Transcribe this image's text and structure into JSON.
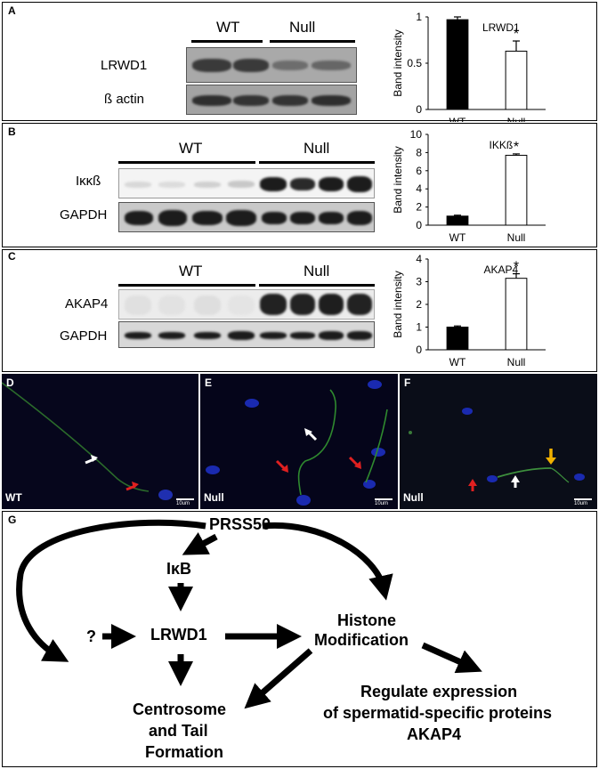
{
  "panelA": {
    "label": "A",
    "groups": [
      "WT",
      "Null"
    ],
    "rows": [
      "LRWD1",
      "ß actin"
    ],
    "chart_title": "LRWD1"
  },
  "panelB": {
    "label": "B",
    "groups": [
      "WT",
      "Null"
    ],
    "rows": [
      "Iκκß",
      "GAPDH"
    ],
    "chart_title": "IKKß"
  },
  "panelC": {
    "label": "C",
    "groups": [
      "WT",
      "Null"
    ],
    "rows": [
      "AKAP4",
      "GAPDH"
    ],
    "chart_title": "AKAP4"
  },
  "micrographs": [
    {
      "label": "D",
      "caption": "WT",
      "scale": "10um"
    },
    {
      "label": "E",
      "caption": "Null",
      "scale": "10um"
    },
    {
      "label": "F",
      "caption": "Null",
      "scale": "10um"
    }
  ],
  "diagram": {
    "label": "G",
    "nodes": {
      "prss50": "PRSS50",
      "ikb": "IκB",
      "unknown": "?",
      "lrwd1": "LRWD1",
      "histone1": "Histone",
      "histone2": "Modification",
      "centro1": "Centrosome",
      "centro2": "and Tail",
      "centro3": "Formation",
      "reg1": "Regulate expression",
      "reg2": "of spermatid-specific proteins",
      "reg3": "AKAP4"
    }
  },
  "chart_data": [
    {
      "type": "bar",
      "title": "LRWD1",
      "categories": [
        "WT",
        "Null"
      ],
      "values": [
        0.97,
        0.63
      ],
      "errors": [
        0.03,
        0.11
      ],
      "fills": [
        "#000000",
        "#ffffff"
      ],
      "ylabel": "Band intensity",
      "ylim": [
        0,
        1
      ],
      "yticks": [
        0,
        0.5,
        1
      ],
      "significance": [
        "",
        "*"
      ]
    },
    {
      "type": "bar",
      "title": "IKKß",
      "categories": [
        "WT",
        "Null"
      ],
      "values": [
        1.0,
        7.7
      ],
      "errors": [
        0.1,
        0.15
      ],
      "fills": [
        "#000000",
        "#ffffff"
      ],
      "ylabel": "Band intensity",
      "ylim": [
        0,
        10
      ],
      "yticks": [
        0,
        2,
        4,
        6,
        8,
        10
      ],
      "significance": [
        "",
        "*"
      ]
    },
    {
      "type": "bar",
      "title": "AKAP4",
      "categories": [
        "WT",
        "Null"
      ],
      "values": [
        1.0,
        3.15
      ],
      "errors": [
        0.05,
        0.2
      ],
      "fills": [
        "#000000",
        "#ffffff"
      ],
      "ylabel": "Band intensity",
      "ylim": [
        0,
        4
      ],
      "yticks": [
        0,
        1,
        2,
        3,
        4
      ],
      "significance": [
        "",
        "*"
      ]
    }
  ]
}
